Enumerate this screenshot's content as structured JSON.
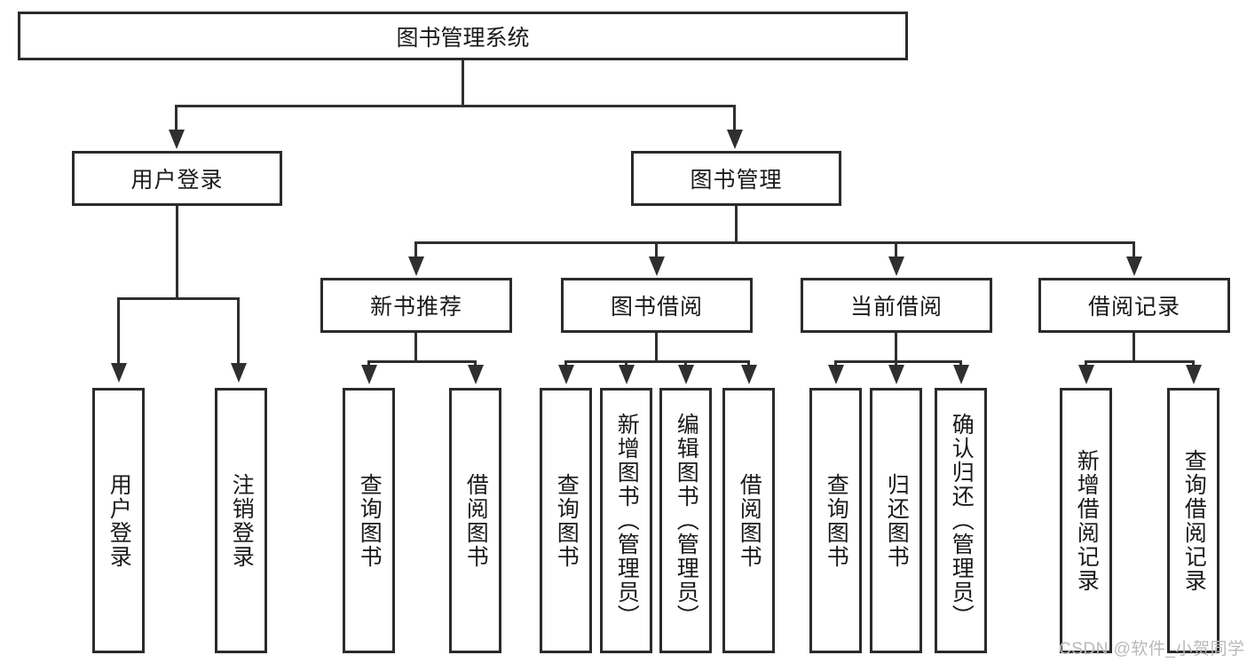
{
  "diagram": {
    "title": "图书管理系统",
    "root": {
      "label": "图书管理系统"
    },
    "level2": [
      {
        "label": "用户登录"
      },
      {
        "label": "图书管理"
      }
    ],
    "level3": [
      {
        "label": "新书推荐"
      },
      {
        "label": "图书借阅"
      },
      {
        "label": "当前借阅"
      },
      {
        "label": "借阅记录"
      }
    ],
    "leaves": [
      {
        "label": "用户登录",
        "parent": "用户登录"
      },
      {
        "label": "注销登录",
        "parent": "用户登录"
      },
      {
        "label": "查询图书",
        "parent": "新书推荐"
      },
      {
        "label": "借阅图书",
        "parent": "新书推荐"
      },
      {
        "label": "查询图书",
        "parent": "图书借阅"
      },
      {
        "label": "新增图书（管理员）",
        "parent": "图书借阅"
      },
      {
        "label": "编辑图书（管理员）",
        "parent": "图书借阅"
      },
      {
        "label": "借阅图书",
        "parent": "图书借阅"
      },
      {
        "label": "查询图书",
        "parent": "当前借阅"
      },
      {
        "label": "归还图书",
        "parent": "当前借阅"
      },
      {
        "label": "确认归还（管理员）",
        "parent": "当前借阅"
      },
      {
        "label": "新增借阅记录",
        "parent": "借阅记录"
      },
      {
        "label": "查询借阅记录",
        "parent": "借阅记录"
      }
    ],
    "watermark": "CSDN @软件_小贺同学",
    "colors": {
      "stroke": "#2b2b2b",
      "connector": "#2f2f2f",
      "background": "#ffffff",
      "text": "#1a1a1a",
      "watermark": "#b9b9b9"
    }
  }
}
